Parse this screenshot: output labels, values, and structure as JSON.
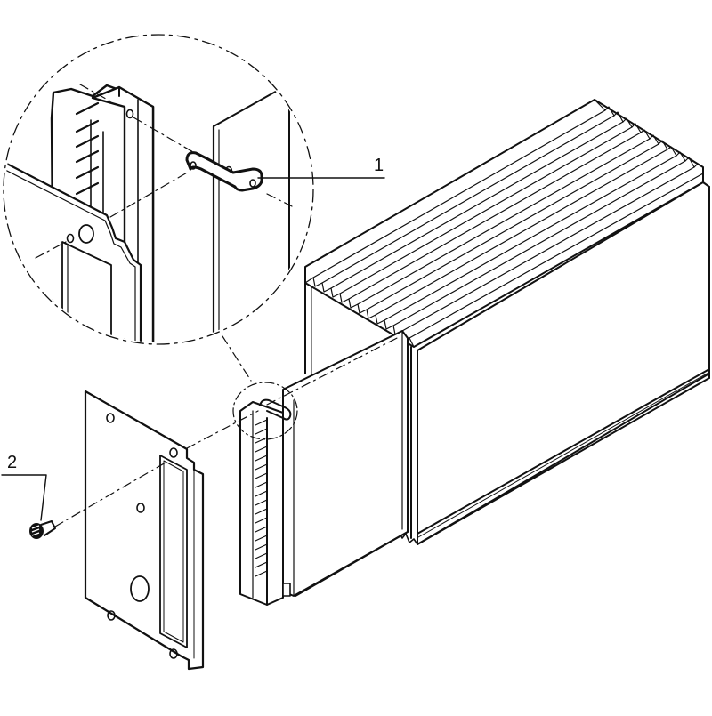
{
  "diagram": {
    "type": "exploded-assembly-drawing",
    "style": "monochrome line art",
    "colors": {
      "line": "#111111",
      "background": "#ffffff"
    },
    "callouts": [
      {
        "id": "1",
        "label": "1",
        "points_to": "U-shaped retaining clip in magnified detail"
      },
      {
        "id": "2",
        "label": "2",
        "points_to": "screw"
      }
    ],
    "parts": [
      "finned heatsink housing",
      "printed circuit board with edge connector",
      "front panel plate with cutout",
      "retaining clip",
      "screw",
      "magnified detail circle"
    ]
  }
}
